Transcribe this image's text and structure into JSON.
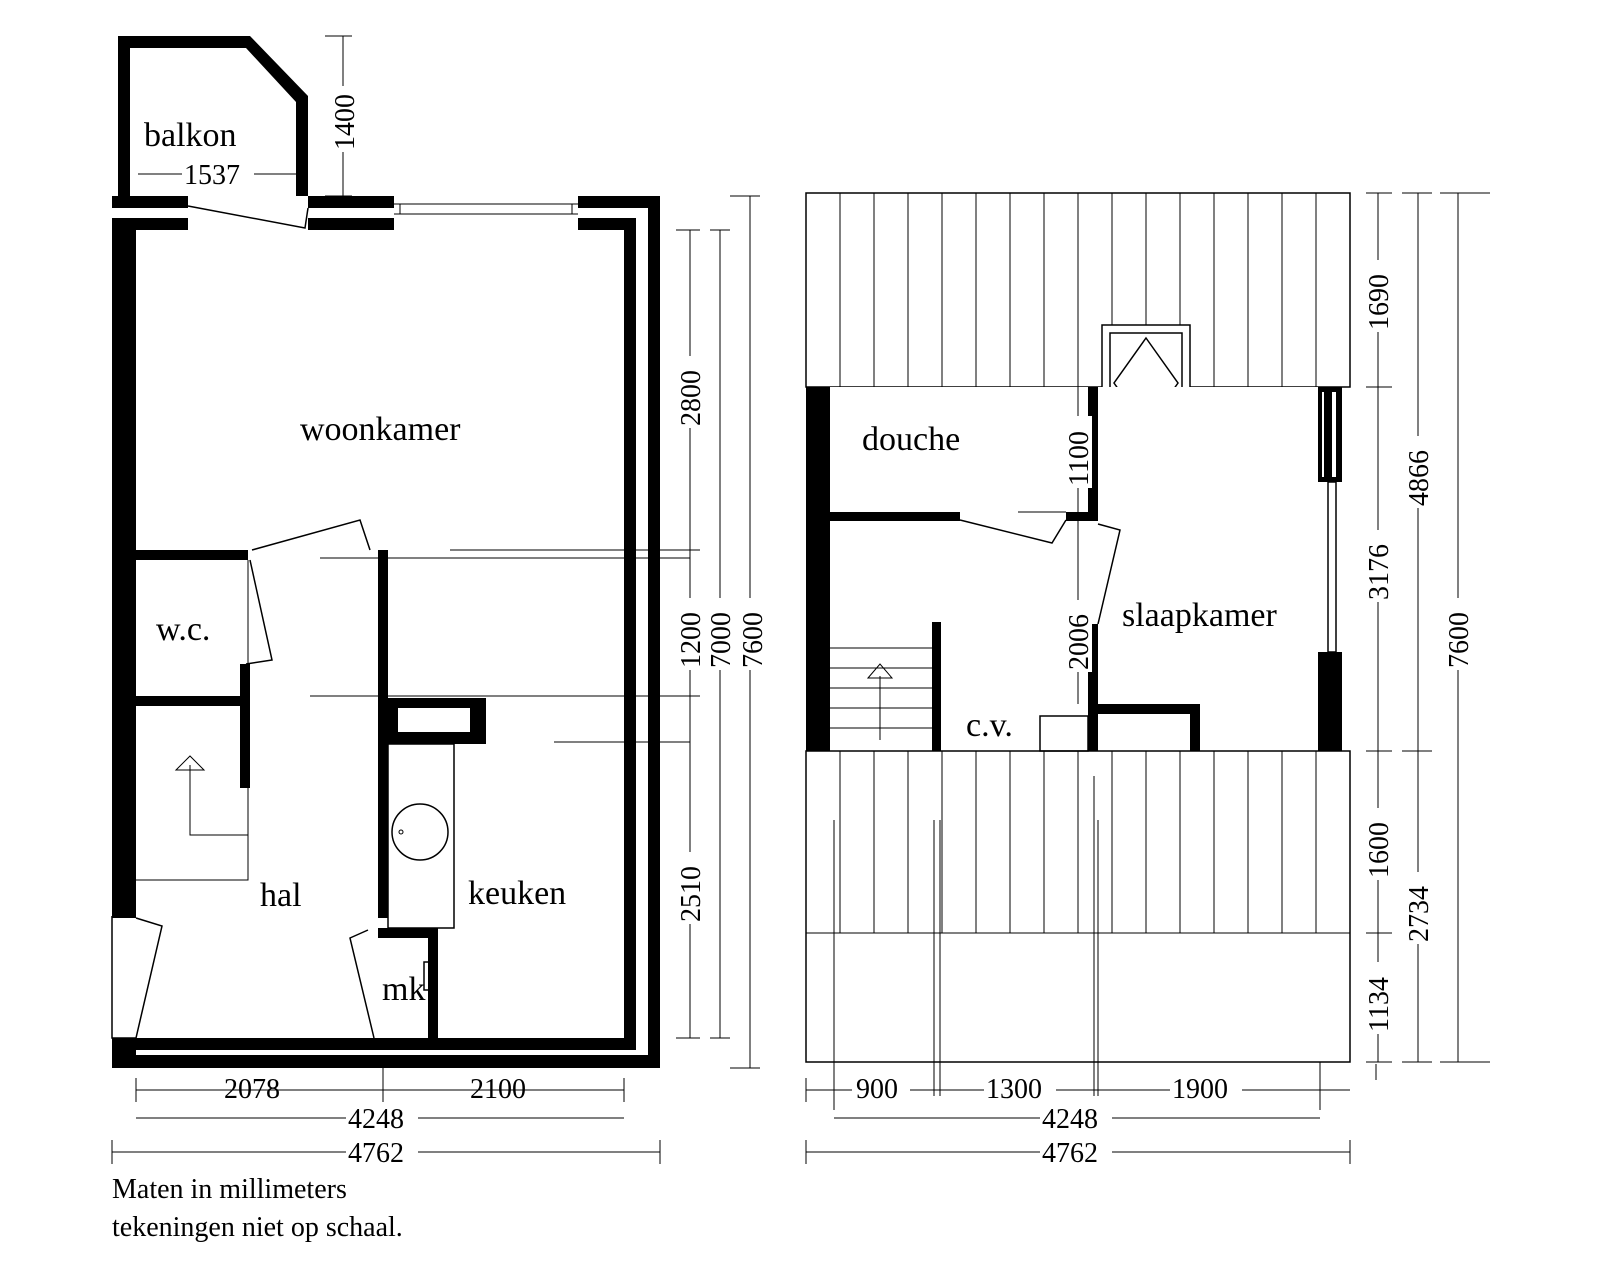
{
  "ground_floor": {
    "rooms": {
      "balkon": "balkon",
      "woonkamer": "woonkamer",
      "wc": "w.c.",
      "hal": "hal",
      "keuken": "keuken",
      "mk": "mk"
    },
    "dimensions": {
      "balkon_width": "1537",
      "balkon_depth": "1400",
      "woonkamer_depth": "2800",
      "middle_depth": "1200",
      "inner_depth": "7000",
      "outer_depth": "7600",
      "keuken_depth": "2510",
      "hal_width": "2078",
      "keuken_width": "2100",
      "inner_width": "4248",
      "outer_width": "4762"
    }
  },
  "first_floor": {
    "rooms": {
      "douche": "douche",
      "slaapkamer": "slaapkamer",
      "cv": "c.v."
    },
    "dimensions": {
      "douche_depth": "1100",
      "landing_depth": "2006",
      "roof_top": "1690",
      "floor_depth": "4866",
      "window_wall": "3176",
      "total_depth": "7600",
      "roof_lower": "1600",
      "roof_bottom": "2734",
      "roof_eave": "1134",
      "width_a": "900",
      "width_b": "1300",
      "width_c": "1900",
      "inner_width": "4248",
      "outer_width": "4762"
    }
  },
  "notes": {
    "line1": "Maten in millimeters",
    "line2": "tekeningen niet op schaal."
  }
}
